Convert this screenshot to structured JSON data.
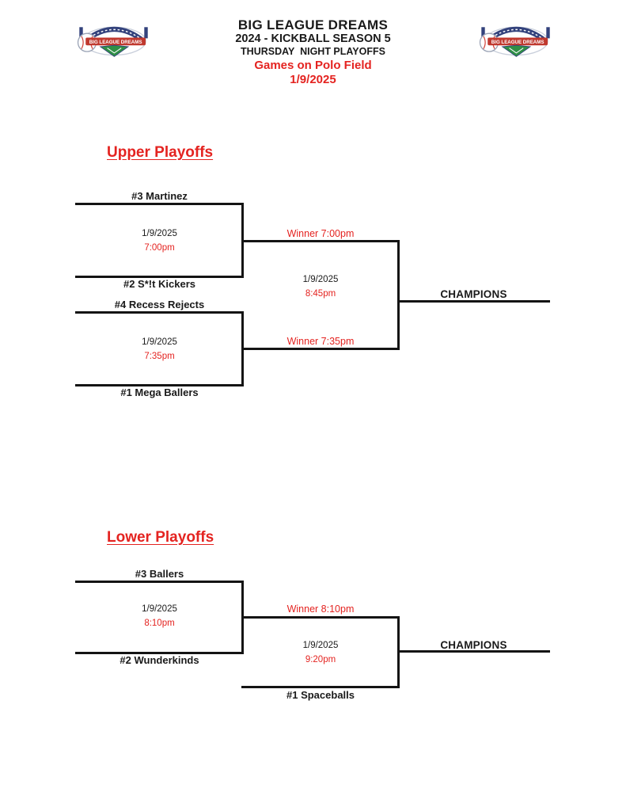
{
  "colors": {
    "accent_red": "#e42320",
    "line_black": "#141414",
    "logo_navy": "#33427c",
    "logo_green": "#2f8f46",
    "logo_red": "#c0392f"
  },
  "header": {
    "logo_text": "BIG LEAGUE DREAMS",
    "title": "BIG LEAGUE DREAMS",
    "season": "2024 - KICKBALL SEASON 5",
    "event": "THURSDAY  NIGHT PLAYOFFS",
    "venue": "Games on Polo Field",
    "date": "1/9/2025"
  },
  "upper_bracket": {
    "heading": "Upper Playoffs",
    "match1": {
      "team_top": "#3 Martinez",
      "date": "1/9/2025",
      "time": "7:00pm",
      "team_bottom": "#2 S*!t Kickers"
    },
    "match2": {
      "team_top": "#4 Recess Rejects",
      "date": "1/9/2025",
      "time": "7:35pm",
      "team_bottom": "#1 Mega Ballers"
    },
    "semi_top_label": "Winner 7:00pm",
    "semi_bottom_label": "Winner 7:35pm",
    "final": {
      "date": "1/9/2025",
      "time": "8:45pm"
    },
    "champions_label": "CHAMPIONS"
  },
  "lower_bracket": {
    "heading": "Lower Playoffs",
    "match1": {
      "team_top": "#3 Ballers",
      "date": "1/9/2025",
      "time": "8:10pm",
      "team_bottom": "#2 Wunderkinds"
    },
    "winner_label": "Winner 8:10pm",
    "final": {
      "date": "1/9/2025",
      "time": "9:20pm",
      "bye_team": "#1 Spaceballs"
    },
    "champions_label": "CHAMPIONS"
  }
}
